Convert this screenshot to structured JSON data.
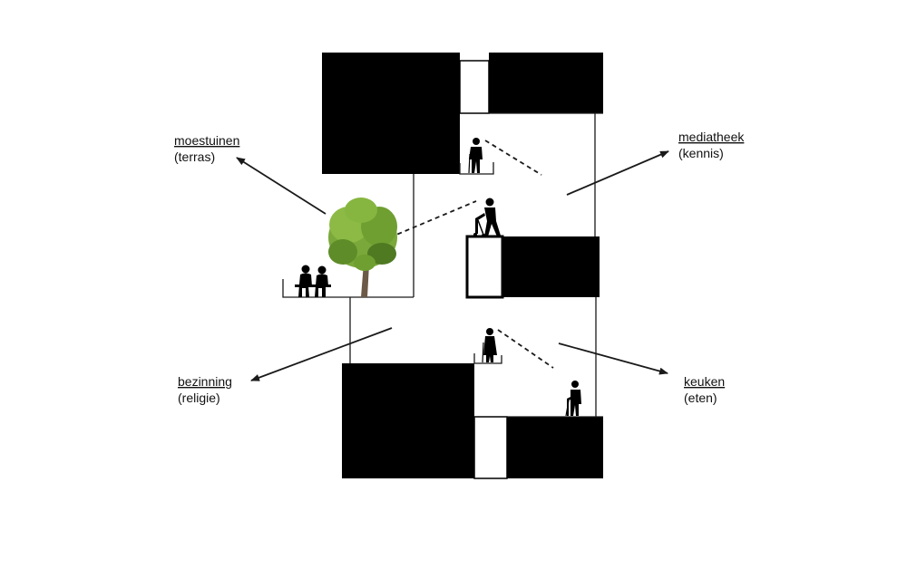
{
  "labels": {
    "moestuinen": {
      "title": "moestuinen",
      "subtitle": "(terras)"
    },
    "mediatheek": {
      "title": "mediatheek",
      "subtitle": "(kennis)"
    },
    "bezinning": {
      "title": "bezinning",
      "subtitle": "(religie)"
    },
    "keuken": {
      "title": "keuken",
      "subtitle": "(eten)"
    }
  },
  "colors": {
    "block": "#000000",
    "line": "#1a1a1a",
    "foliage": "#7aa83a",
    "foliage_dark": "#4f7a22",
    "trunk": "#6b5a45"
  },
  "icons": [
    "tree-icon",
    "person-silhouette-icon",
    "walker-silhouette-icon",
    "bench-couple-icon"
  ]
}
